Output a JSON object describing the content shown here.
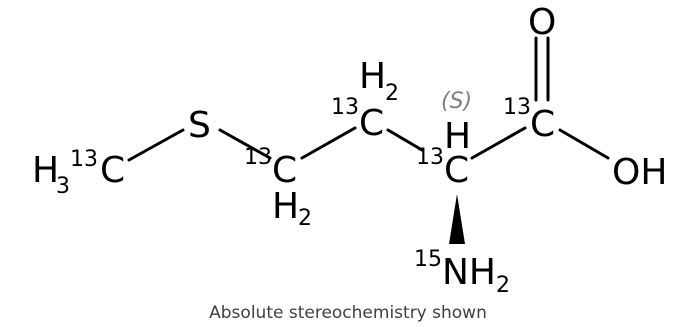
{
  "structure": {
    "ch3": {
      "element": "C",
      "isotope": "13",
      "hydrogens": "H",
      "h_count": "3"
    },
    "sulfur": {
      "element": "S"
    },
    "gamma_carbon": {
      "element": "C",
      "isotope": "13",
      "hydrogens": "H",
      "h_count": "2"
    },
    "beta_carbon": {
      "element": "C",
      "isotope": "13",
      "hydrogens": "H",
      "h_count": "2"
    },
    "alpha_carbon": {
      "element": "C",
      "isotope": "13",
      "hydrogens": "H",
      "stereo_label": "(S)"
    },
    "carboxyl_carbon": {
      "element": "C",
      "isotope": "13"
    },
    "carbonyl_oxygen": {
      "element": "O"
    },
    "hydroxyl": {
      "text": "OH"
    },
    "amine": {
      "isotope": "15",
      "text": "NH",
      "h_count": "2"
    }
  },
  "caption": "Absolute stereochemistry shown"
}
